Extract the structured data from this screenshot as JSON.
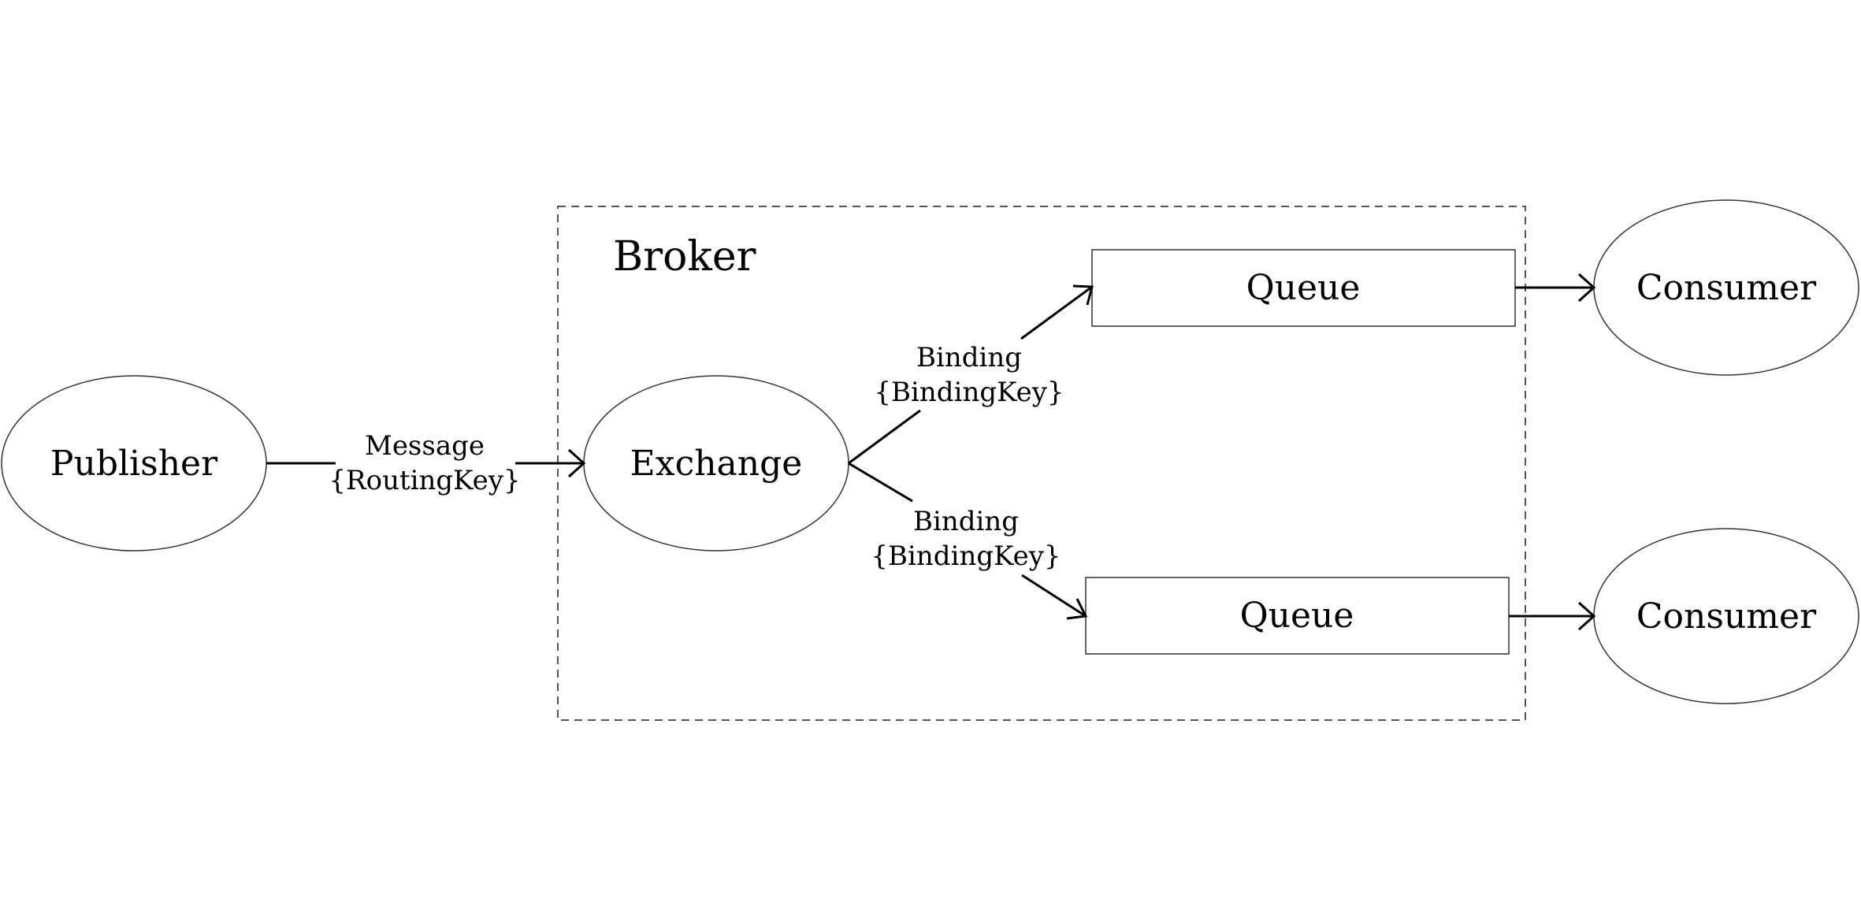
{
  "colors": {
    "stroke": "#000000",
    "background": "#ffffff"
  },
  "broker": {
    "label": "Broker"
  },
  "nodes": {
    "publisher": {
      "label": "Publisher"
    },
    "exchange": {
      "label": "Exchange"
    },
    "queue_top": {
      "label": "Queue"
    },
    "queue_bottom": {
      "label": "Queue"
    },
    "consumer_top": {
      "label": "Consumer"
    },
    "consumer_bottom": {
      "label": "Consumer"
    }
  },
  "edges": {
    "publish": {
      "line1": "Message",
      "line2": "{RoutingKey}"
    },
    "binding_top": {
      "line1": "Binding",
      "line2": "{BindingKey}"
    },
    "binding_bottom": {
      "line1": "Binding",
      "line2": "{BindingKey}"
    }
  }
}
